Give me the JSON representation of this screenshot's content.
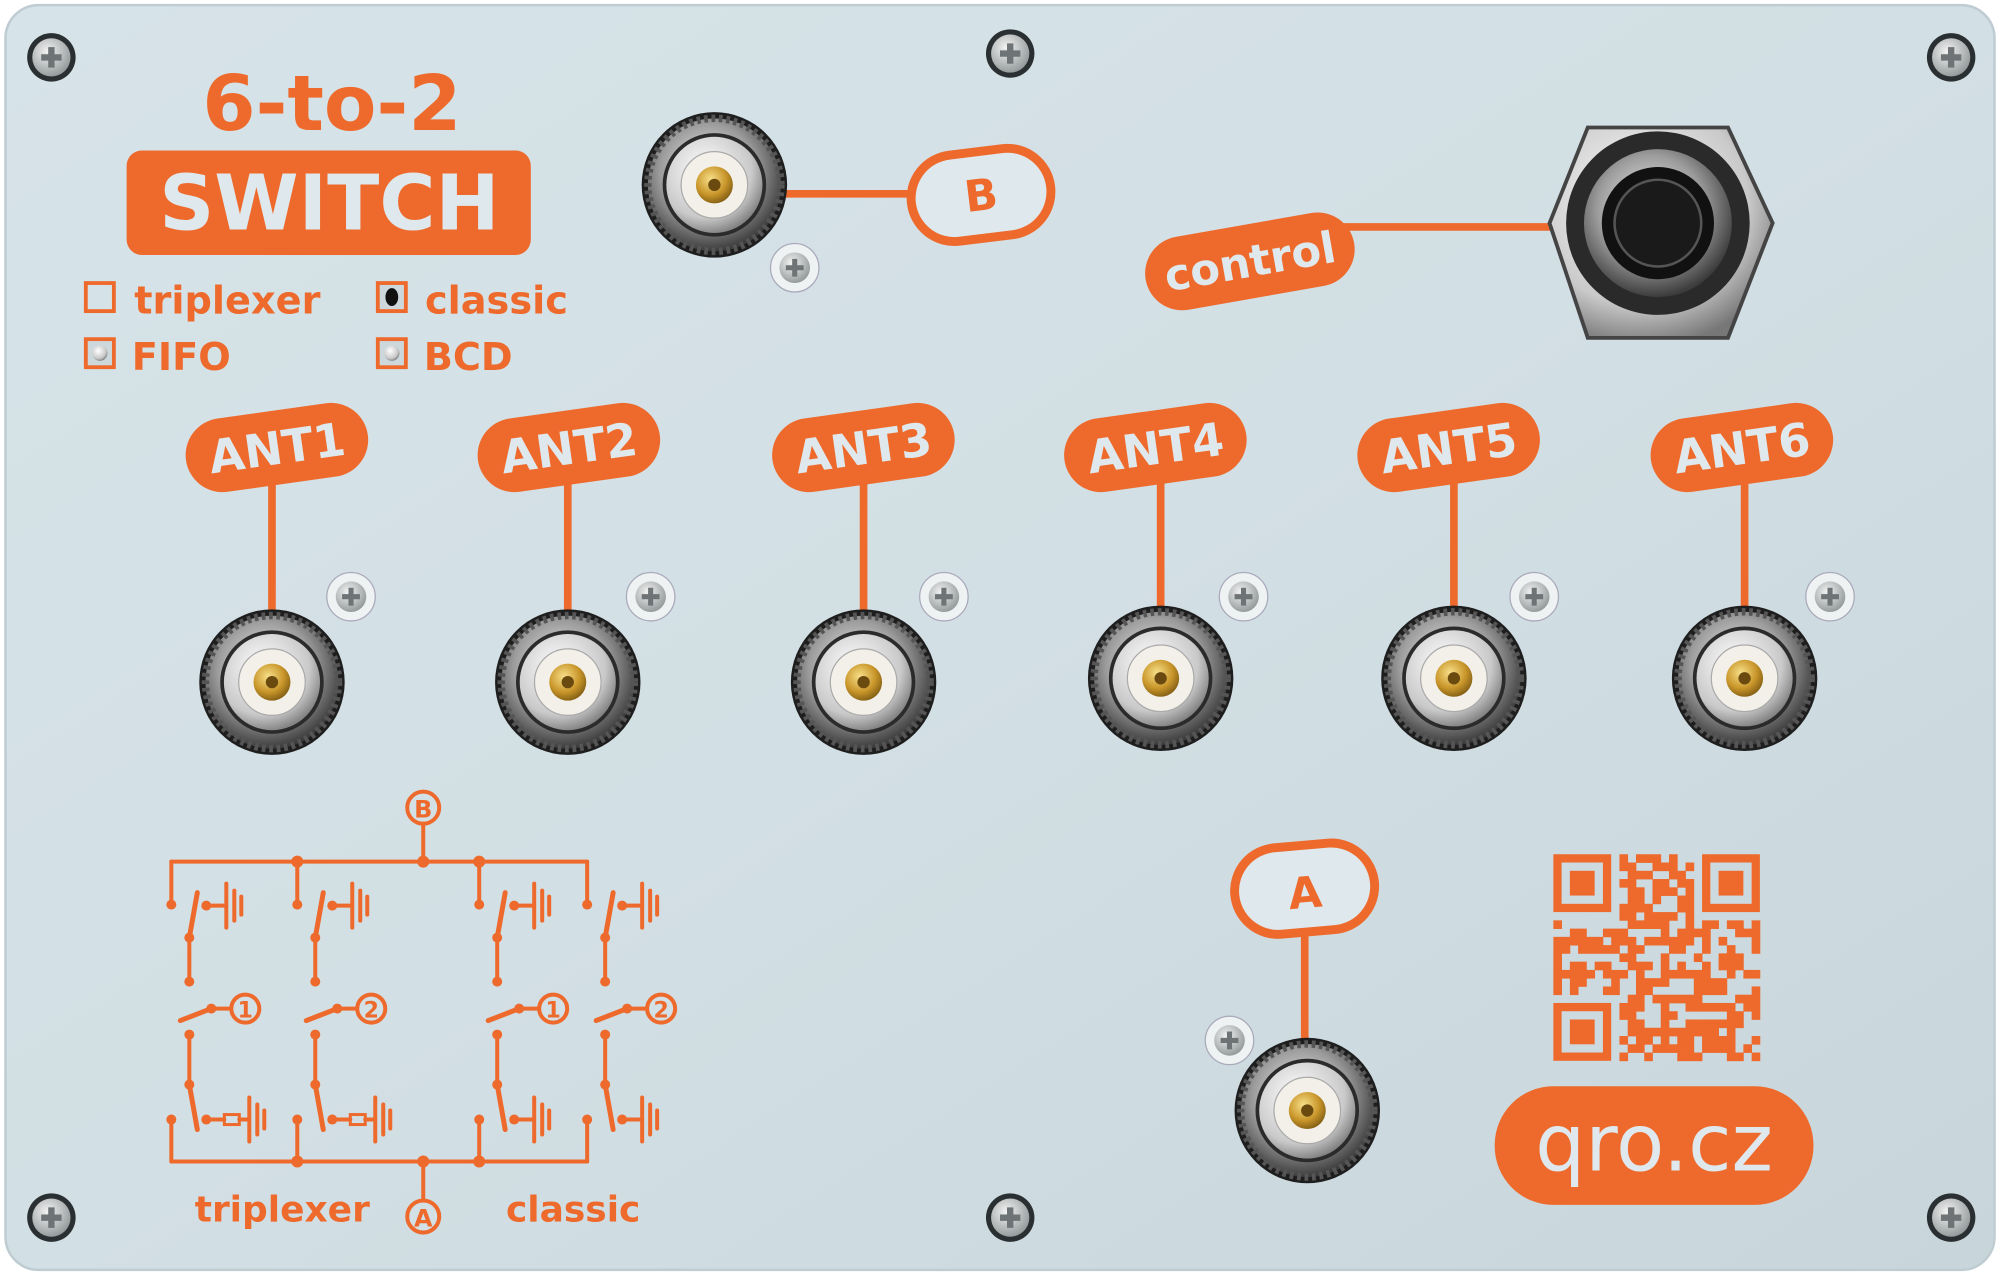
{
  "panel": {
    "title": "6-to-2",
    "subtitle": "SWITCH",
    "options": [
      {
        "label": "triplexer",
        "indicator": "empty"
      },
      {
        "label": "classic",
        "indicator": "button"
      },
      {
        "label": "FIFO",
        "indicator": "led"
      },
      {
        "label": "BCD",
        "indicator": "led"
      }
    ],
    "port_b_label": "B",
    "port_a_label": "A",
    "control_label": "control",
    "antennas": [
      "ANT1",
      "ANT2",
      "ANT3",
      "ANT4",
      "ANT5",
      "ANT6"
    ],
    "brand": "qro.cz"
  },
  "schematic": {
    "node_b": "B",
    "node_a": "A",
    "left_label": "triplexer",
    "right_label": "classic",
    "inputs": [
      "1",
      "2",
      "1",
      "2"
    ]
  },
  "colors": {
    "accent": "#ee6a2c",
    "panel": "#d4e0e5",
    "panel_text": "#dfe8ec"
  }
}
